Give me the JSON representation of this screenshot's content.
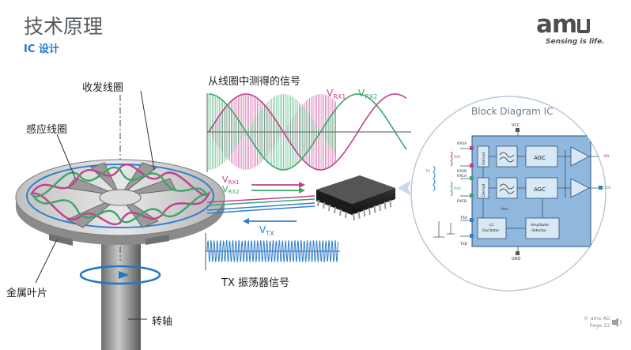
{
  "header": {
    "title": "技术原理",
    "subtitle": "IC 设计"
  },
  "logo": {
    "mark": "am",
    "tagline": "Sensing is life."
  },
  "diagram_labels": {
    "transmit_coil": "收发线圈",
    "sensor_coil": "感应线圈",
    "metal_blade": "金属叶片",
    "shaft": "转轴",
    "signal_title": "从线圈中测得的信号",
    "vrx1": "V",
    "vrx1_sub": "RX1",
    "vrx2": "V",
    "vrx2_sub": "RX2",
    "vtx": "V",
    "vtx_sub": "TX",
    "tx_osc": "TX 振荡器信号"
  },
  "block_diagram": {
    "title": "Block Diagram IC",
    "vcc": "VCC",
    "gnd": "GND",
    "pins_left": [
      "RXSA",
      "RX1",
      "RXSB",
      "RXCA",
      "RX2",
      "RXCB",
      "TXA",
      "TXB"
    ],
    "tx": "TX",
    "demod": "Demod",
    "agc": "AGC",
    "fosc": "fosc",
    "lc_osc_line1": "LC",
    "lc_osc_line2": "Oscillator",
    "amp_line1": "Amplitude",
    "amp_line2": "detector",
    "sin": "SIN",
    "cos": "COS"
  },
  "footer": {
    "copyright_line1": "© ams AG",
    "copyright_line2": "Page 22"
  },
  "colors": {
    "title_gray": "#555a5f",
    "subtitle_blue": "#1f78c8",
    "green_coil": "#3aa66a",
    "magenta_coil": "#c0408f",
    "blue_signal": "#2f7fd0",
    "block_bg": "#8fb8dc"
  }
}
